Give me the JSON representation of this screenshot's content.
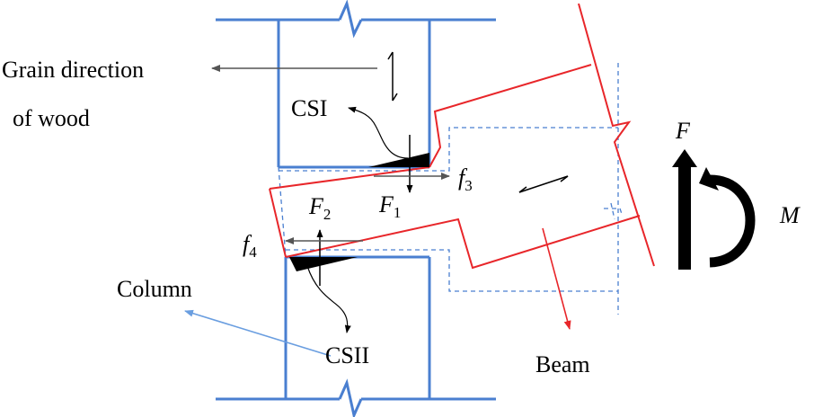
{
  "labels": {
    "grain_line1": "Grain direction",
    "grain_line2": "of wood",
    "csi": "CSI",
    "csii": "CSII",
    "column": "Column",
    "beam": "Beam",
    "force_F": "F",
    "moment_M": "M",
    "F1": "F",
    "F1_sub": "1",
    "F2": "F",
    "F2_sub": "2",
    "f3": "f",
    "f3_sub": "3",
    "f4": "f",
    "f4_sub": "4"
  },
  "colors": {
    "column": "#4a7fd0",
    "beam": "#e8262a",
    "arrow": "#555555",
    "column_leader": "#6a9ee0",
    "text": "#000000"
  }
}
